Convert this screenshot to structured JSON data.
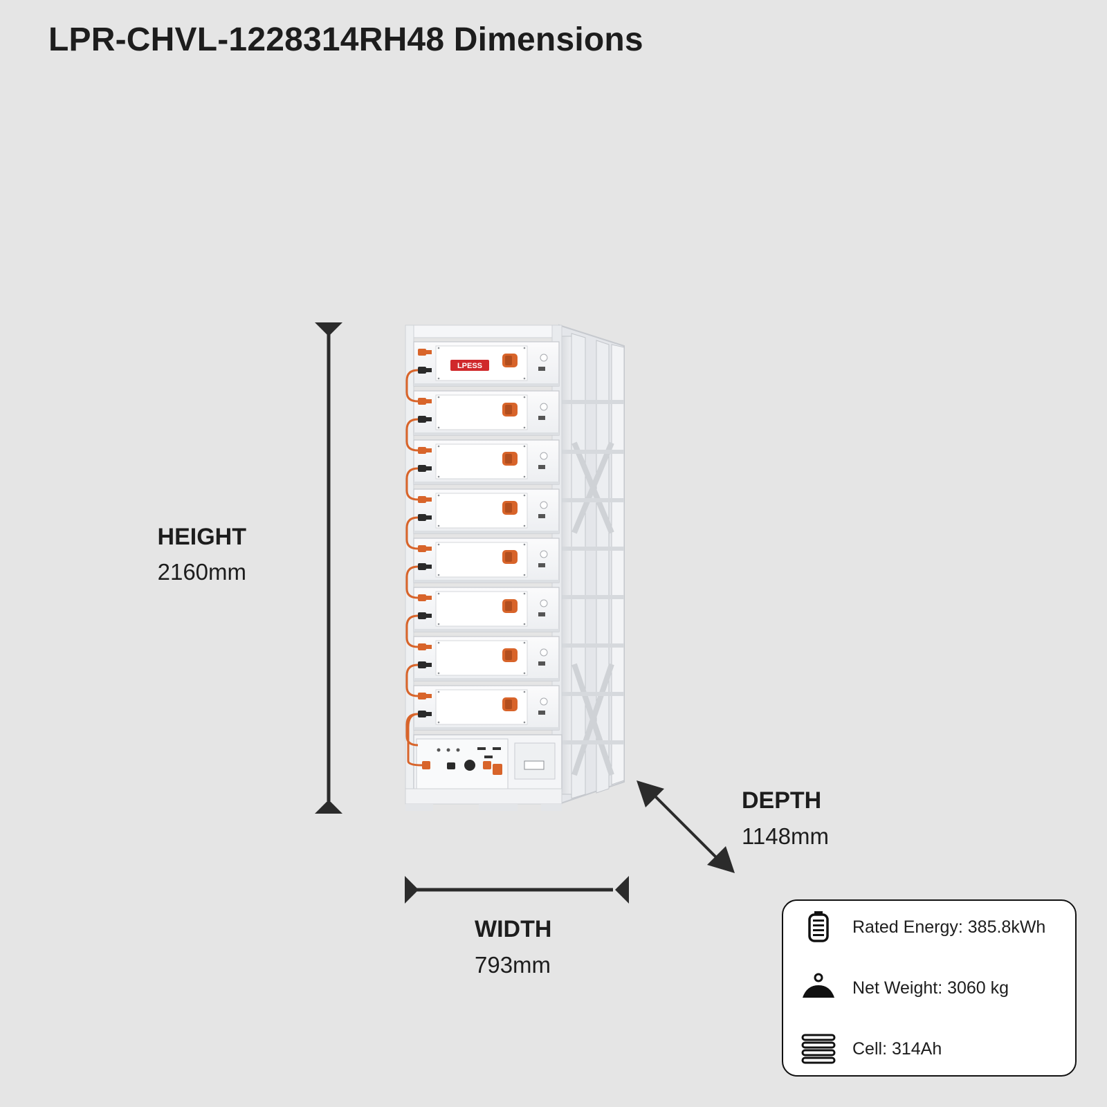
{
  "title": "LPR-CHVL-1228314RH48 Dimensions",
  "dimensions": {
    "height": {
      "label": "HEIGHT",
      "value": "2160mm"
    },
    "width": {
      "label": "WIDTH",
      "value": "793mm"
    },
    "depth": {
      "label": "DEPTH",
      "value": "1148mm"
    }
  },
  "product": {
    "brand_logo": "LPESS",
    "battery_module_count": 8
  },
  "specs": [
    {
      "icon": "battery-icon",
      "text": "Rated Energy: 385.8kWh"
    },
    {
      "icon": "weight-icon",
      "text": "Net Weight: 3060 kg"
    },
    {
      "icon": "cell-stack-icon",
      "text": "Cell: 314Ah"
    }
  ],
  "colors": {
    "background": "#e5e5e5",
    "text": "#1d1d1d",
    "accent_orange": "#d8642a",
    "brand_red": "#d0282b",
    "cabinet": "#f3f3f5"
  }
}
